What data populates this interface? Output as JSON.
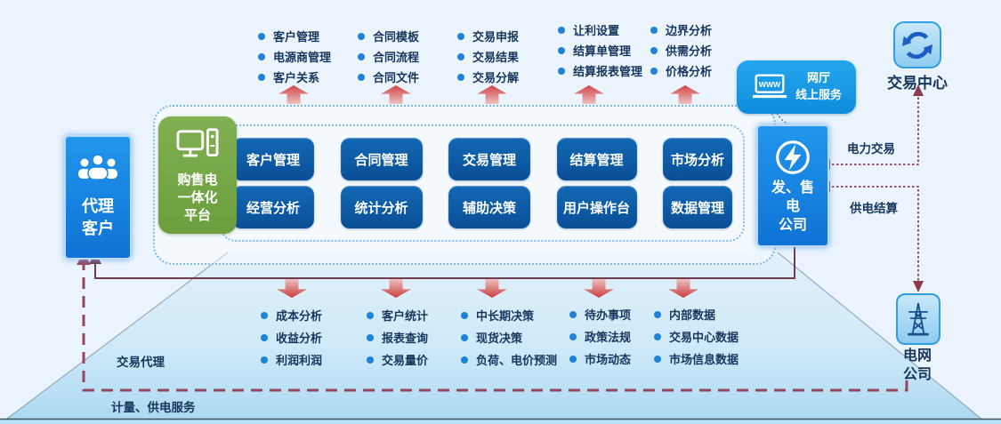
{
  "platform_box": {
    "lines": [
      "购售电",
      "一体化",
      "平台"
    ]
  },
  "modules": {
    "row1": [
      "客户管理",
      "合同管理",
      "交易管理",
      "结算管理",
      "市场分析"
    ],
    "row2": [
      "经营分析",
      "统计分析",
      "辅助决策",
      "用户操作台",
      "数据管理"
    ]
  },
  "top_lists": [
    [
      "客户管理",
      "电源商管理",
      "客户关系"
    ],
    [
      "合同模板",
      "合同流程",
      "合同文件"
    ],
    [
      "交易申报",
      "交易结果",
      "交易分解"
    ],
    [
      "让利设置",
      "结算单管理",
      "结算报表管理"
    ],
    [
      "边界分析",
      "供需分析",
      "价格分析"
    ]
  ],
  "bottom_lists": [
    [
      "成本分析",
      "收益分析",
      "利润利润"
    ],
    [
      "客户统计",
      "报表查询",
      "交易量价"
    ],
    [
      "中长期决策",
      "现货决策",
      "负荷、电价预测"
    ],
    [
      "待办事项",
      "政策法规",
      "市场动态"
    ],
    [
      "内部数据",
      "交易中心数据",
      "市场信息数据"
    ]
  ],
  "left_actor": {
    "lines": [
      "代理",
      "客户"
    ]
  },
  "right_actor": {
    "lines": [
      "发、售",
      "电",
      "公司"
    ]
  },
  "online_badge": {
    "icon_text": "WWW",
    "lines": [
      "网厅",
      "线上服务"
    ]
  },
  "trading_center": {
    "label": "交易中心"
  },
  "grid_company": {
    "lines": [
      "电网",
      "公司"
    ]
  },
  "edge_labels": {
    "power_trade": "电力交易",
    "power_settlement": "供电结算",
    "trade_agency": "交易代理",
    "metering_service": "计量、供电服务"
  },
  "colors": {
    "module_blue": "#0d5ca8",
    "platform_green": "#76a945",
    "actor_blue": "#168ae0",
    "badge_azure": "#189ae4",
    "connector_maroon": "#8f4258",
    "text_navy": "#17365d",
    "arrow_red": "#cc4444",
    "bullet_blue": "#1f82d9",
    "beam_blue": "#aedcf2"
  }
}
